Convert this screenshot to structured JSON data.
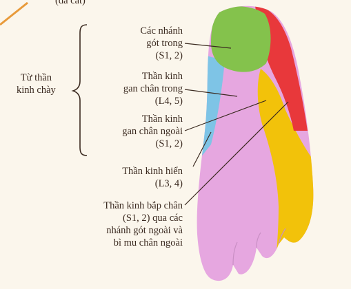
{
  "top_cut_label": "(đã cắt)",
  "group_label": [
    "Từ thần",
    "kinh chày"
  ],
  "labels": [
    {
      "id": "medial-calcaneal",
      "lines": [
        "Các nhánh",
        "gót trong",
        "(S1, 2)"
      ]
    },
    {
      "id": "medial-plantar",
      "lines": [
        "Thần kinh",
        "gan chân trong",
        "(L4, 5)"
      ]
    },
    {
      "id": "lateral-plantar",
      "lines": [
        "Thần kinh",
        "gan chân ngoài",
        "(S1, 2)"
      ]
    },
    {
      "id": "saphenous",
      "lines": [
        "Thần kinh hiển",
        "(L3, 4)"
      ]
    },
    {
      "id": "sural",
      "lines": [
        "Thần kinh bắp chân",
        "(S1, 2) qua các",
        "nhánh gót ngoài và",
        "bì mu chân ngoài"
      ]
    }
  ],
  "colors": {
    "background": "#fbf6ec",
    "foot_base": "#e6a7e0",
    "medial_calcaneal": "#84c24c",
    "medial_plantar": "#f2c20a",
    "lateral_plantar": "#e6a7e0",
    "saphenous": "#7ec4e6",
    "sural": "#e8383b",
    "leader_line": "#3b2a20",
    "nerve_orange": "#e89a3a"
  }
}
